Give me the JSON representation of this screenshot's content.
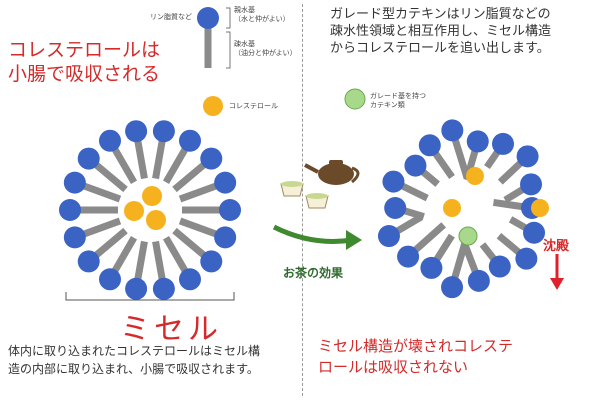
{
  "left": {
    "title_line1": "コレステロールは",
    "title_line2": "小腸で吸収される",
    "legend": {
      "phospholipid": "リン脂質など",
      "hydrophilic_line1": "親水基",
      "hydrophilic_line2": "（水と仲がよい）",
      "hydrophobic_line1": "疎水基",
      "hydrophobic_line2": "（油分と仲がよい）",
      "cholesterol": "コレステロール"
    },
    "micelle_label": "ミセル",
    "caption_line1": "体内に取り込まれたコレステロールはミセル構",
    "caption_line2": "造の内部に取り込まれ、小腸で吸収されます。"
  },
  "right": {
    "title_line1": "ガレード型カテキンはリン脂質などの",
    "title_line2": "疎水性領域と相互作用し、ミセル構造",
    "title_line3": "からコレステロールを追い出します。",
    "legend_catechin_line1": "ガレード基を持つ",
    "legend_catechin_line2": "カテキン類",
    "sink_label": "沈殿",
    "caption_line1": "ミセル構造が壊されコレステ",
    "caption_line2": "ロールは吸収されない"
  },
  "middle": {
    "effect_label": "お茶の効果"
  },
  "colors": {
    "head_blue": "#3a63c4",
    "tail_gray": "#8a8a8a",
    "cholesterol_orange": "#f6b21e",
    "catechin_green": "#a8d88a",
    "arrow_green": "#3f8a2f",
    "sink_red": "#e0202a",
    "title_red": "#d42a2a"
  }
}
